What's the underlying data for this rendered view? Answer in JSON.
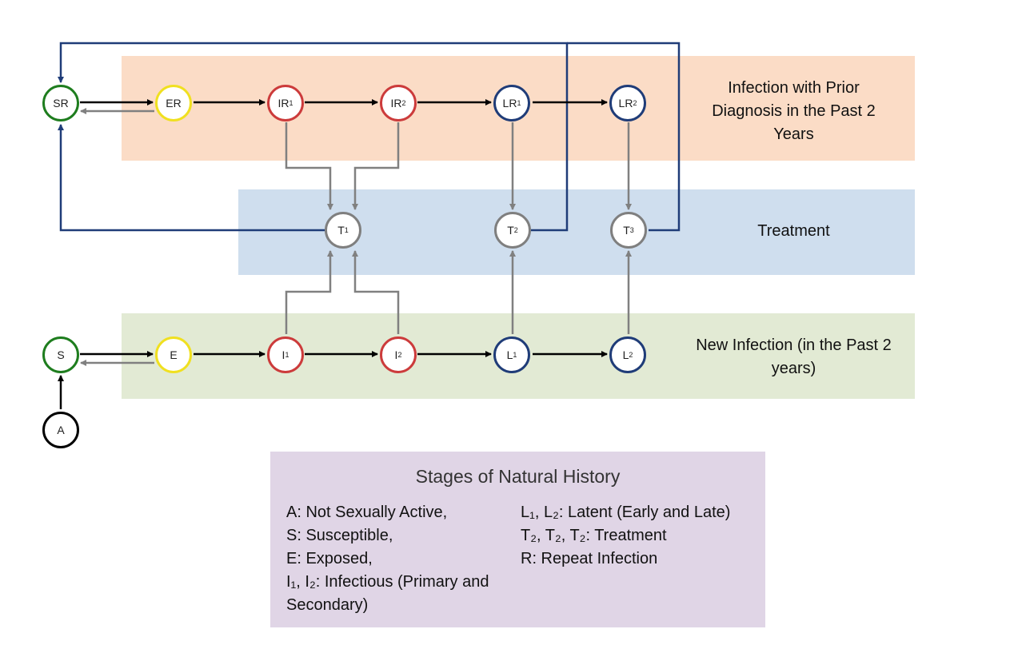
{
  "bands": {
    "infection_prior": "Infection with Prior Diagnosis in the Past 2 Years",
    "treatment": "Treatment",
    "new_infection": "New Infection (in the Past 2 years)"
  },
  "nodes": {
    "SR": {
      "base": "SR",
      "sub": ""
    },
    "ER": {
      "base": "ER",
      "sub": ""
    },
    "IR1": {
      "base": "IR",
      "sub": "1"
    },
    "IR2": {
      "base": "IR",
      "sub": "2"
    },
    "LR1": {
      "base": "LR",
      "sub": "1"
    },
    "LR2": {
      "base": "LR",
      "sub": "2"
    },
    "T1": {
      "base": "T",
      "sub": "1"
    },
    "T2": {
      "base": "T",
      "sub": "2"
    },
    "T3": {
      "base": "T",
      "sub": "3"
    },
    "S": {
      "base": "S",
      "sub": ""
    },
    "E": {
      "base": "E",
      "sub": ""
    },
    "I1": {
      "base": "I",
      "sub": "1"
    },
    "I2": {
      "base": "I",
      "sub": "2"
    },
    "L1": {
      "base": "L",
      "sub": "1"
    },
    "L2": {
      "base": "L",
      "sub": "2"
    },
    "A": {
      "base": "A",
      "sub": ""
    }
  },
  "legend": {
    "title": "Stages of Natural History",
    "left": [
      "A: Not Sexually Active,",
      "S: Susceptible,",
      "E: Exposed,",
      "I₁, I₂: Infectious (Primary and Secondary)"
    ],
    "right": [
      "L₁, L₂: Latent (Early and Late)",
      "T₂, T₂, T₂: Treatment",
      "R: Repeat Infection"
    ]
  },
  "colors": {
    "susceptible": "#1e7d1e",
    "exposed": "#f0e020",
    "infectious": "#cc3b3b",
    "latent": "#1f3c78",
    "treatment": "#7f7f7f",
    "inactive": "#000000",
    "band_infection_prior": "#fbdcc6",
    "band_treatment": "#cfdeee",
    "band_new_infection": "#e2ead4",
    "legend_bg": "#e0d5e6"
  }
}
